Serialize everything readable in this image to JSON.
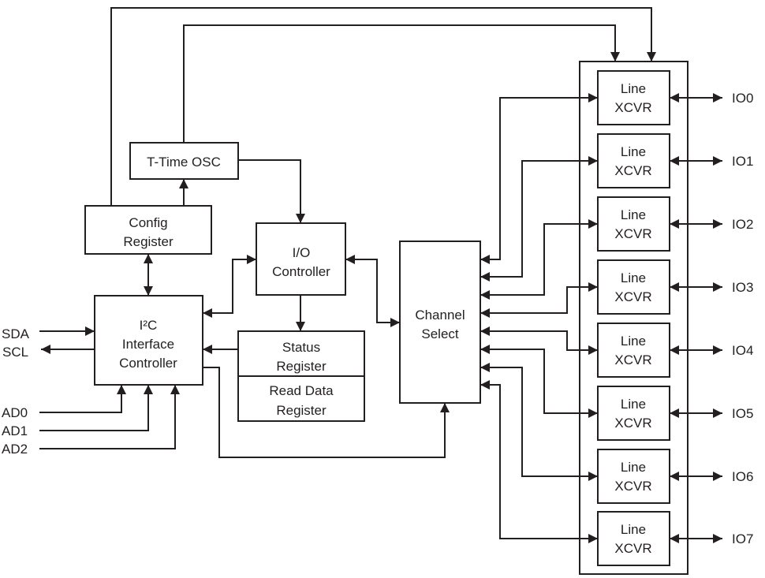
{
  "diagram": {
    "type": "block-diagram",
    "blocks": {
      "t_time_osc": {
        "lines": [
          "T-Time OSC"
        ]
      },
      "config_register": {
        "lines": [
          "Config",
          "Register"
        ]
      },
      "io_controller": {
        "lines": [
          "I/O",
          "Controller"
        ]
      },
      "i2c_controller": {
        "lines": [
          "I²C",
          "Interface",
          "Controller"
        ]
      },
      "status_register": {
        "lines": [
          "Status",
          "Register"
        ]
      },
      "read_data_register": {
        "lines": [
          "Read Data",
          "Register"
        ]
      },
      "channel_select": {
        "lines": [
          "Channel",
          "Select"
        ]
      },
      "line_xcvr": {
        "lines": [
          "Line",
          "XCVR"
        ],
        "count": 8
      }
    },
    "left_signals": [
      "SDA",
      "SCL",
      "AD0",
      "AD1",
      "AD2"
    ],
    "io_pins": [
      "IO0",
      "IO1",
      "IO2",
      "IO3",
      "IO4",
      "IO5",
      "IO6",
      "IO7"
    ],
    "colors": {
      "line": "#231f20",
      "background": "#ffffff"
    }
  }
}
